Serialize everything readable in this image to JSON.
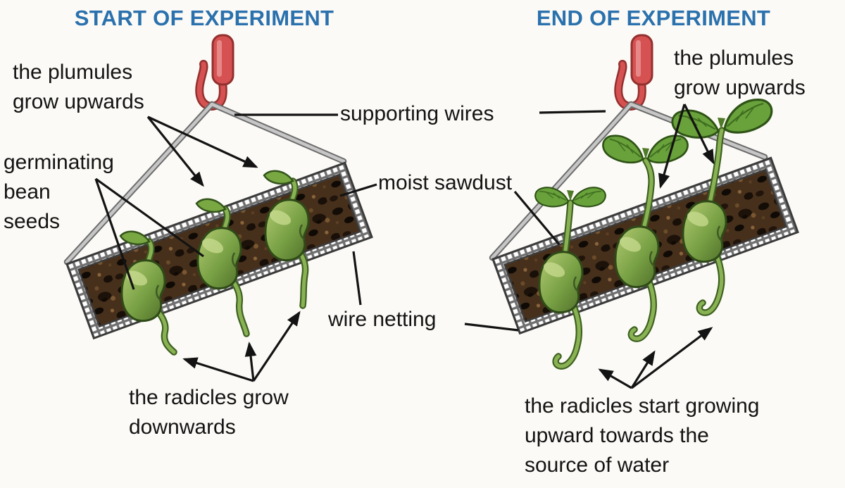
{
  "page": {
    "background": "#fcfaf6"
  },
  "titles": {
    "left": "START OF EXPERIMENT",
    "right": "END OF EXPERIMENT"
  },
  "labels": {
    "plumules_left": "the plumules\ngrow upwards",
    "germinating_seeds": "germinating\nbean\nseeds",
    "supporting_wires": "supporting wires",
    "moist_sawdust": "moist sawdust",
    "wire_netting": "wire netting",
    "radicles_left": "the radicles grow\ndownwards",
    "plumules_right": "the plumules\ngrow upwards",
    "radicles_right": "the radicles start growing\nupward towards the\nsource of water"
  },
  "colors": {
    "title_blue": "#2a71ad",
    "hook_red": "#d65252",
    "wire_gray": "#c6c6c6",
    "sawdust_brown": "#47301b",
    "seed_green": "#7ba043",
    "leaf_green": "#69a13b",
    "line_black": "#131313"
  }
}
